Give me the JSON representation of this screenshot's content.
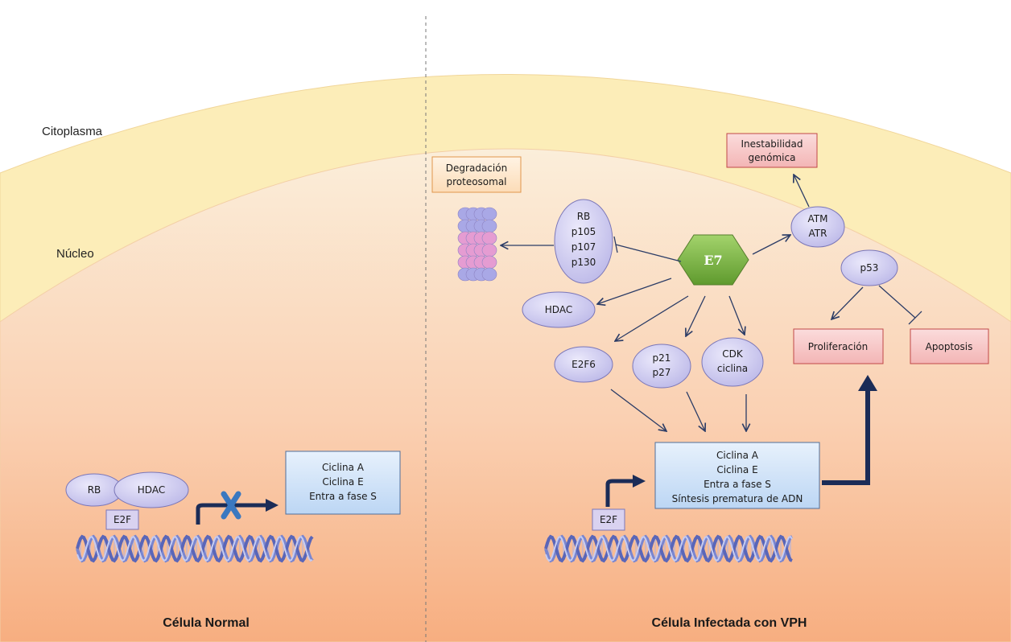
{
  "regions": {
    "cytoplasm": "Citoplasma",
    "nucleus": "Núcleo"
  },
  "captions": {
    "normal_cell": "Célula Normal",
    "infected_cell": "Célula Infectada con VPH"
  },
  "normal": {
    "rb": "RB",
    "hdac": "HDAC",
    "e2f": "E2F",
    "target_box": [
      "Ciclina A",
      "Ciclina E",
      "Entra a fase S"
    ]
  },
  "infected": {
    "e7": "E7",
    "rb_family": [
      "RB",
      "p105",
      "p107",
      "p130"
    ],
    "degradation": [
      "Degradación",
      "proteosomal"
    ],
    "instability": [
      "Inestabilidad",
      "genómica"
    ],
    "atm_atr": [
      "ATM",
      "ATR"
    ],
    "p53": "p53",
    "hdac": "HDAC",
    "e2f6": "E2F6",
    "p21_p27": [
      "p21",
      "p27"
    ],
    "cdk": [
      "CDK",
      "ciclina"
    ],
    "proliferation": "Proliferación",
    "apoptosis": "Apoptosis",
    "e2f": "E2F",
    "target_box": [
      "Ciclina A",
      "Ciclina E",
      "Entra a fase S",
      "Síntesis prematura de ADN"
    ]
  },
  "colors": {
    "cytoplasm": "#fcedb8",
    "nucleus_top": "#fbe7cf",
    "nucleus_bottom": "#f8b387",
    "node_fill": "#c5c2ec",
    "node_stroke": "#7b77b8",
    "box_fill": "#c9e0f7",
    "box_stroke": "#4f6f9c",
    "red_box": "#f7c4c4",
    "red_stroke": "#c04848",
    "orange_box": "#fde6cc",
    "orange_stroke": "#e0964c",
    "e7_fill": "#86be4f",
    "arrow": "#2b3c66",
    "dna": "#7a86cf"
  }
}
